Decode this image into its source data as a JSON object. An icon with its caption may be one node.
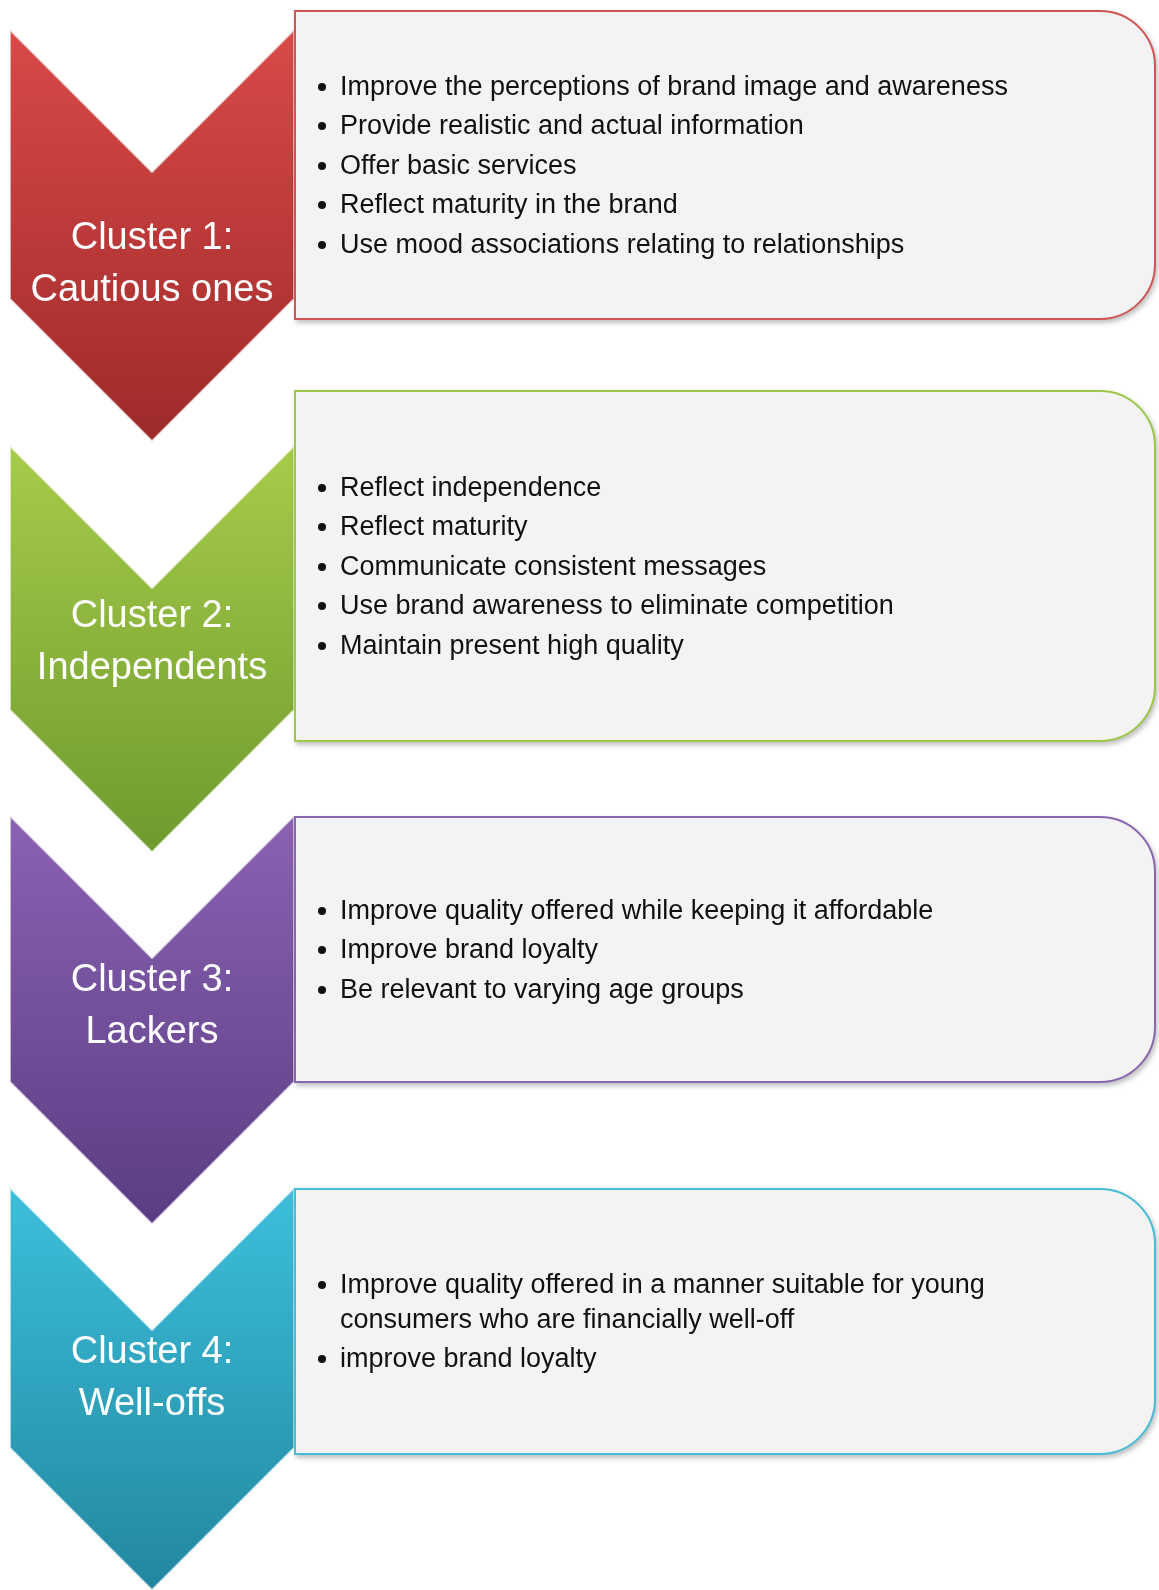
{
  "diagram": {
    "nodes": [
      {
        "text": [
          "Cluster 1: Cautious ones"
        ]
      },
      {
        "text": [
          "Improve the perceptions of brand image and awareness",
          "Provide realistic and actual information",
          "Offer basic services",
          "Reflect maturity in the brand",
          "Use mood associations relating to relationships"
        ]
      },
      {
        "text": [
          "Cluster 2: Independents"
        ]
      },
      {
        "text": [
          "Reflect independence",
          "Reflect maturity",
          "Communicate consistent messages",
          "Use brand awareness to eliminate competition",
          "Maintain present high quality"
        ]
      },
      {
        "text": [
          "Cluster 3: Lackers"
        ]
      },
      {
        "text": [
          "Improve quality offered while keeping it affordable",
          "Improve brand loyalty",
          "Be relevant to varying age groups"
        ]
      },
      {
        "text": [
          "Cluster 4: Well-offs"
        ]
      },
      {
        "text": [
          "Improve quality offered in a manner suitable for young consumers who are financially well-off",
          "improve brand loyalty"
        ]
      }
    ]
  }
}
